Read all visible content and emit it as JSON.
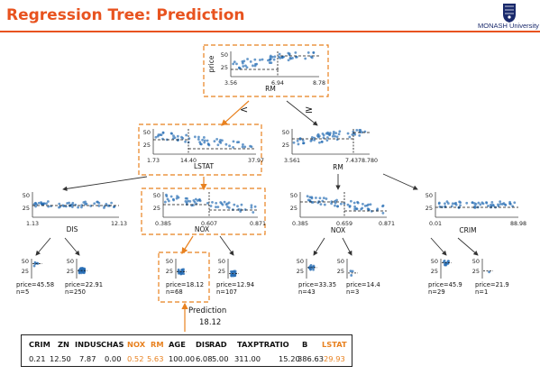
{
  "slide": {
    "title": "Regression Tree: Prediction",
    "logo_text": "MONASH University"
  },
  "colors": {
    "accent": "#e8531f",
    "highlight": "#e8811f",
    "point": "#2a6fb5",
    "logo": "#1a2a6c"
  },
  "edge_labels": {
    "left": "<",
    "right": "≥"
  },
  "tree": {
    "nodes": [
      {
        "id": "root",
        "ylabel": "price",
        "xlabel": "RM",
        "yticks": [
          "25",
          "50"
        ],
        "xticks": [
          "3.56",
          "6.94",
          "8.78"
        ]
      },
      {
        "id": "lstat",
        "xlabel": "LSTAT",
        "yticks": [
          "25",
          "50"
        ],
        "xticks": [
          "1.73",
          "14.40",
          "37.97"
        ]
      },
      {
        "id": "rm2",
        "xlabel": "RM",
        "yticks": [
          "25",
          "50"
        ],
        "xticks": [
          "3.561",
          "7.437",
          "8.780"
        ]
      },
      {
        "id": "dis",
        "xlabel": "DIS",
        "yticks": [
          "25",
          "50"
        ],
        "xticks": [
          "1.13",
          "12.13"
        ]
      },
      {
        "id": "nox1",
        "xlabel": "NOX",
        "yticks": [
          "25",
          "50"
        ],
        "xticks": [
          "0.385",
          "0.607",
          "0.871"
        ]
      },
      {
        "id": "nox2",
        "xlabel": "NOX",
        "yticks": [
          "25",
          "50"
        ],
        "xticks": [
          "0.385",
          "0.659",
          "0.871"
        ]
      },
      {
        "id": "crim",
        "xlabel": "CRIM",
        "yticks": [
          "25",
          "50"
        ],
        "xticks": [
          "0.01",
          "88.98"
        ]
      }
    ],
    "leaves": [
      {
        "id": "l1",
        "yticks": [
          "25",
          "50"
        ],
        "price": "price=45.58",
        "n": "n=5"
      },
      {
        "id": "l2",
        "yticks": [
          "25",
          "50"
        ],
        "price": "price=22.91",
        "n": "n=250"
      },
      {
        "id": "l3",
        "yticks": [
          "25",
          "50"
        ],
        "price": "price=18.12",
        "n": "n=68"
      },
      {
        "id": "l4",
        "yticks": [
          "25",
          "50"
        ],
        "price": "price=12.94",
        "n": "n=107"
      },
      {
        "id": "l5",
        "yticks": [
          "25",
          "50"
        ],
        "price": "price=33.35",
        "n": "n=43"
      },
      {
        "id": "l6",
        "yticks": [
          "25",
          "50"
        ],
        "price": "price=14.4",
        "n": "n=3"
      },
      {
        "id": "l7",
        "yticks": [
          "25",
          "50"
        ],
        "price": "price=45.9",
        "n": "n=29"
      },
      {
        "id": "l8",
        "yticks": [
          "25",
          "50"
        ],
        "price": "price=21.9",
        "n": "n=1"
      }
    ]
  },
  "prediction": {
    "label": "Prediction",
    "value": "18.12"
  },
  "features": {
    "headers": [
      "CRIM",
      "ZN",
      "INDUS",
      "CHAS",
      "NOX",
      "RM",
      "AGE",
      "DIS",
      "RAD",
      "TAX",
      "PTRATIO",
      "B",
      "LSTAT"
    ],
    "values": [
      "0.21",
      "12.50",
      "7.87",
      "0.00",
      "0.52",
      "5.63",
      "100.00",
      "6.08",
      "5.00",
      "311.00",
      "15.20",
      "386.63",
      "29.93"
    ],
    "highlighted": [
      "NOX",
      "RM",
      "LSTAT"
    ]
  }
}
